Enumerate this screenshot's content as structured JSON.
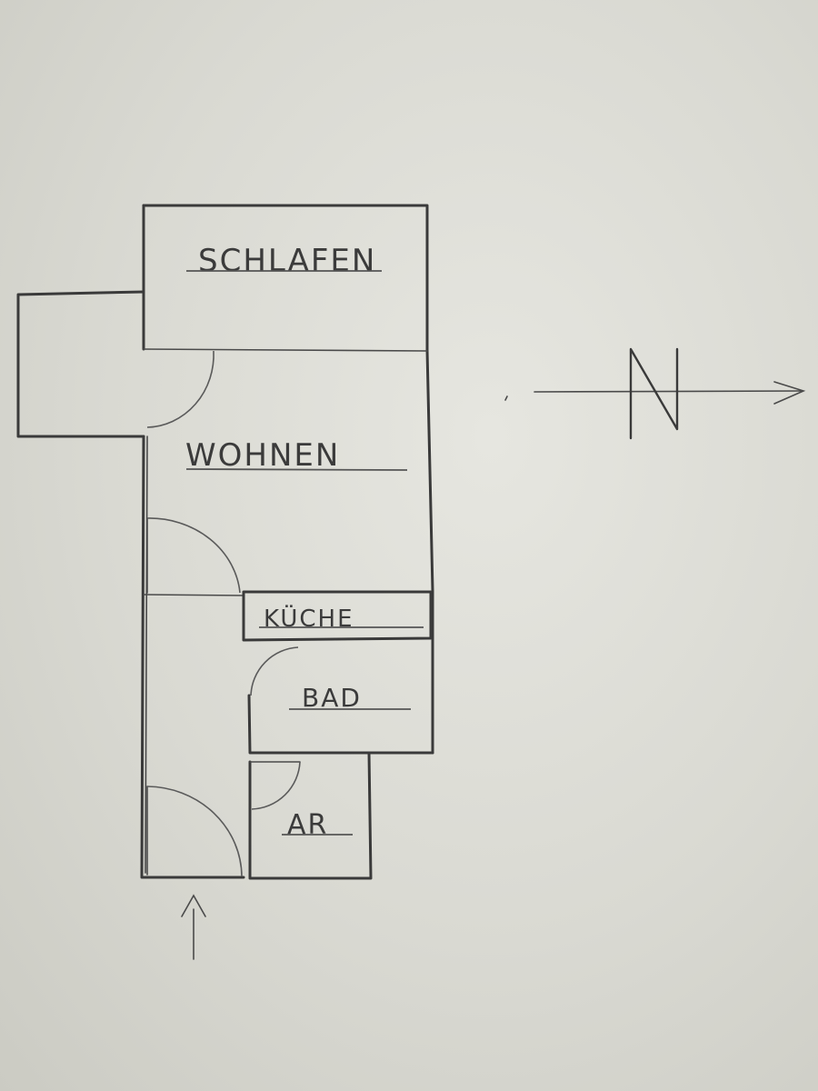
{
  "rooms": {
    "schlafen": "SCHLAFEN",
    "wohnen": "WOHNEN",
    "kueche": "KÜCHE",
    "bad": "BAD",
    "ar": "AR"
  },
  "compass": {
    "north": "N"
  }
}
